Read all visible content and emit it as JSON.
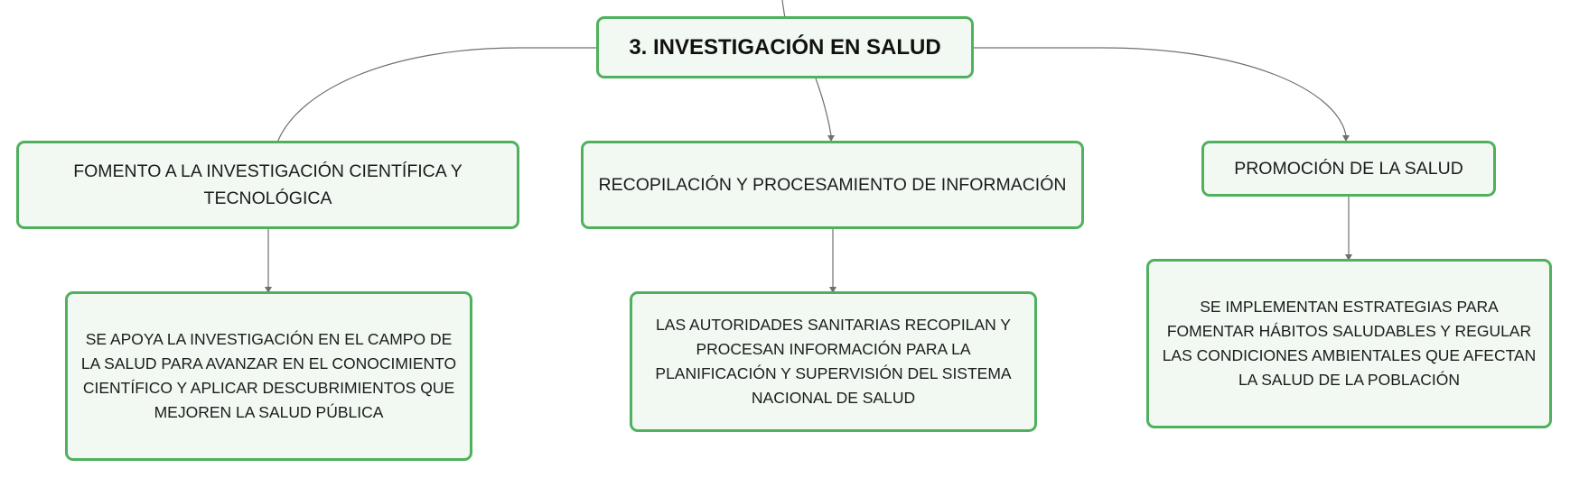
{
  "diagram": {
    "root": {
      "label": "3. INVESTIGACIÓN EN SALUD"
    },
    "branches": [
      {
        "label": "FOMENTO A LA INVESTIGACIÓN CIENTÍFICA Y TECNOLÓGICA",
        "detail": "SE APOYA LA INVESTIGACIÓN EN EL CAMPO DE LA SALUD PARA AVANZAR EN EL CONOCIMIENTO CIENTÍFICO Y APLICAR DESCUBRIMIENTOS QUE MEJOREN LA SALUD PÚBLICA"
      },
      {
        "label": "RECOPILACIÓN Y PROCESAMIENTO DE INFORMACIÓN",
        "detail": "LAS AUTORIDADES SANITARIAS RECOPILAN Y PROCESAN INFORMACIÓN PARA LA PLANIFICACIÓN Y SUPERVISIÓN DEL SISTEMA NACIONAL DE SALUD"
      },
      {
        "label": "PROMOCIÓN DE LA SALUD",
        "detail": "SE IMPLEMENTAN ESTRATEGIAS PARA FOMENTAR HÁBITOS SALUDABLES Y REGULAR LAS CONDICIONES AMBIENTALES QUE AFECTAN LA SALUD DE LA POBLACIÓN"
      }
    ],
    "colors": {
      "node_border": "#4fb15d",
      "node_fill": "#f1f9f2",
      "connector": "#6f6f6f"
    }
  }
}
